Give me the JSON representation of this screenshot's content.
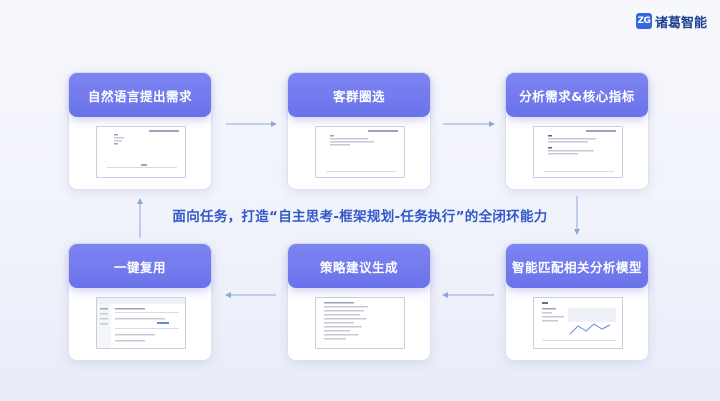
{
  "brand": {
    "mark": "ZG",
    "name": "诸葛智能"
  },
  "center_caption": "面向任务，打造“自主思考-框架规划-任务执行”的全闭环能力",
  "steps": [
    {
      "title": "自然语言提出需求"
    },
    {
      "title": "客群圈选"
    },
    {
      "title": "分析需求&核心指标"
    },
    {
      "title": "智能匹配相关分析模型"
    },
    {
      "title": "策略建议生成"
    },
    {
      "title": "一键复用"
    }
  ],
  "colors": {
    "header_start": "#7d85f2",
    "header_end": "#6a72ea",
    "caption": "#3258c8",
    "arrow": "#8aa8d8",
    "brand": "#3567e0"
  }
}
